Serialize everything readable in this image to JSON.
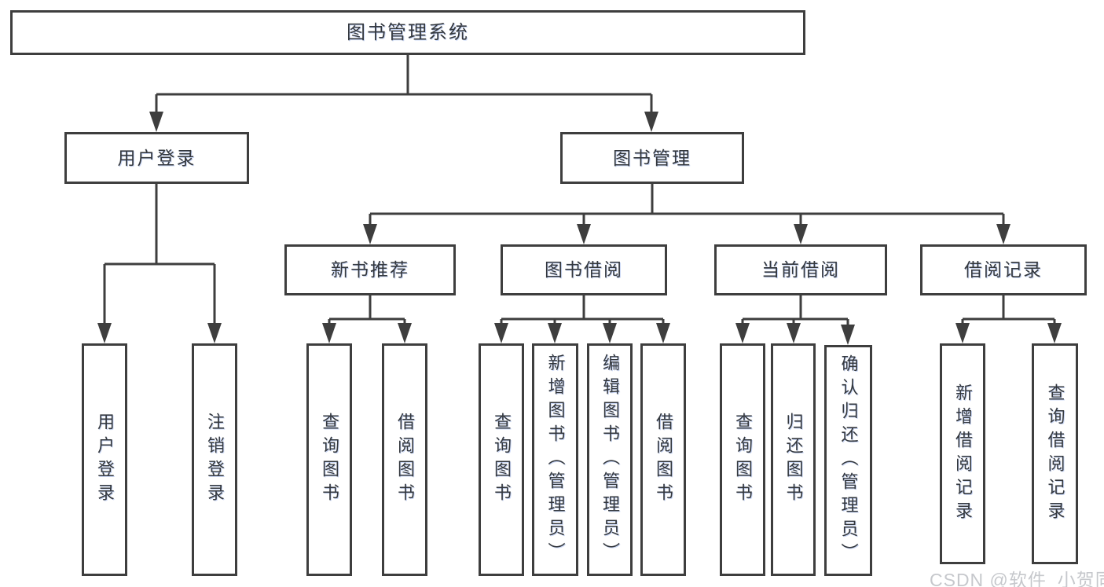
{
  "tree": {
    "root": {
      "label": "图书管理系统",
      "children": [
        {
          "label": "用户登录",
          "children": [
            {
              "label": "用户登录"
            },
            {
              "label": "注销登录"
            }
          ]
        },
        {
          "label": "图书管理",
          "children": [
            {
              "label": "新书推荐",
              "children": [
                {
                  "label": "查询图书"
                },
                {
                  "label": "借阅图书"
                }
              ]
            },
            {
              "label": "图书借阅",
              "children": [
                {
                  "label": "查询图书"
                },
                {
                  "label": "新增图书（管理员）"
                },
                {
                  "label": "编辑图书（管理员）"
                },
                {
                  "label": "借阅图书"
                }
              ]
            },
            {
              "label": "当前借阅",
              "children": [
                {
                  "label": "查询图书"
                },
                {
                  "label": "归还图书"
                },
                {
                  "label": "确认归还（管理员）"
                }
              ]
            },
            {
              "label": "借阅记录",
              "children": [
                {
                  "label": "新增借阅记录"
                },
                {
                  "label": "查询借阅记录"
                }
              ]
            }
          ]
        }
      ]
    }
  },
  "watermark": {
    "text": "CSDN @软件_小贺同学"
  },
  "colors": {
    "background": "#ffffff",
    "line": "#3e3e3e",
    "box_border": "#3e3e3e",
    "text": "#34383e",
    "watermark": "#c6c8cc"
  }
}
